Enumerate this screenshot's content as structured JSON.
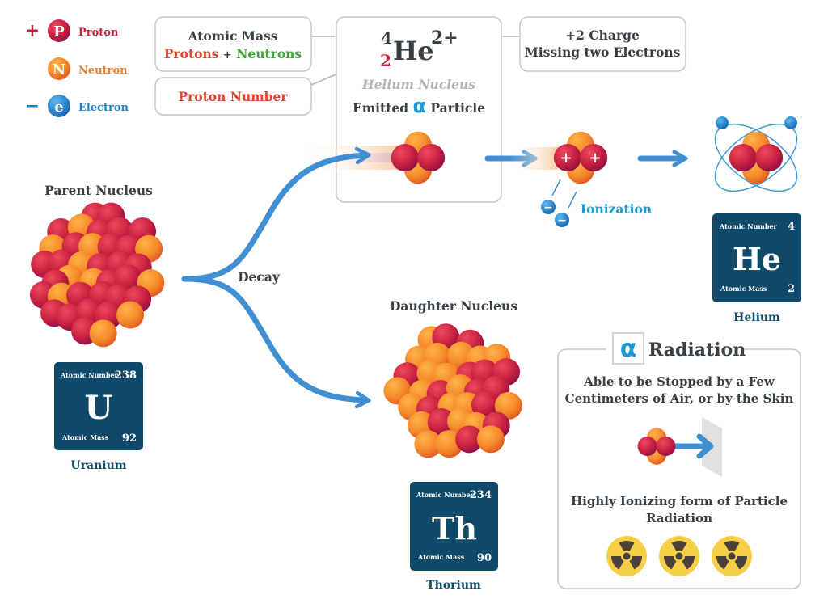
{
  "legend": [
    {
      "sign": "+",
      "letter": "P",
      "label": "Proton",
      "color": "#c8203f"
    },
    {
      "sign": "",
      "letter": "N",
      "label": "Neutron",
      "color": "#f07d26"
    },
    {
      "sign": "−",
      "letter": "e",
      "label": "Electron",
      "color": "#1b82c9"
    }
  ],
  "atomic_mass_box": {
    "title": "Atomic Mass",
    "protons": "Protons",
    "plus": "+",
    "neutrons": "Neutrons"
  },
  "proton_number_box": {
    "label": "Proton Number"
  },
  "charge_box": {
    "line1": "+2 Charge",
    "line2": "Missing two Electrons"
  },
  "helium_box": {
    "mass_number": "4",
    "proton_number": "2",
    "symbol": "He",
    "charge": "2+",
    "subtitle": "Helium Nucleus",
    "emitted": "Emitted",
    "alpha": "α",
    "particle": "Particle"
  },
  "parent": {
    "label": "Parent Nucleus",
    "tile": {
      "number_label": "Atomic Number",
      "number": "238",
      "symbol": "U",
      "mass_label": "Atomic Mass",
      "mass": "92"
    },
    "name": "Uranium"
  },
  "decay_label": "Decay",
  "daughter": {
    "label": "Daughter Nucleus",
    "tile": {
      "number_label": "Atomic Number",
      "number": "234",
      "symbol": "Th",
      "mass_label": "Atomic Mass",
      "mass": "90"
    },
    "name": "Thorium"
  },
  "ionization": {
    "label": "Ionization",
    "plus": "+",
    "minus": "−"
  },
  "helium": {
    "tile": {
      "number_label": "Atomic Number",
      "number": "4",
      "symbol": "He",
      "mass_label": "Atomic Mass",
      "mass": "2"
    },
    "name": "Helium"
  },
  "radiation_box": {
    "alpha": "α",
    "title": "Radiation",
    "stopped_line1": "Able to be Stopped by a Few",
    "stopped_line2": "Centimeters of Air, or by the Skin",
    "ionizing_line1": "Highly Ionizing form of Particle",
    "ionizing_line2": "Radiation"
  },
  "colors": {
    "proton": "#c8203f",
    "neutron": "#f07d26",
    "electron": "#1b82c9",
    "tile": "#0f4a6b",
    "arrow": "#3f8fd2",
    "neutrons_text": "#3aaa35",
    "hazard": "#f5cf45"
  }
}
